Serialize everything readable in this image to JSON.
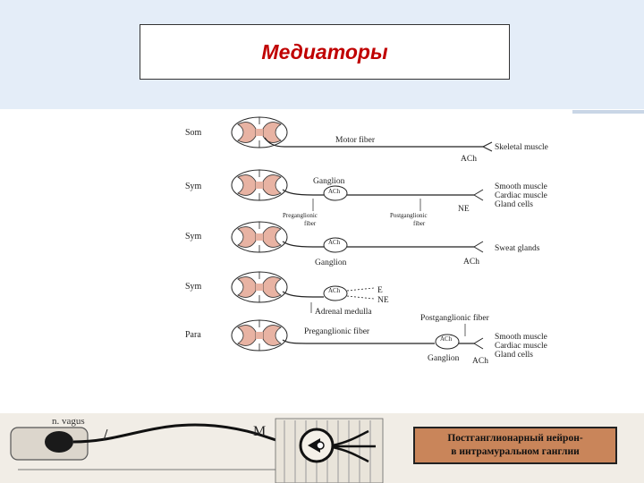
{
  "title": "Медиаторы",
  "rows": [
    {
      "label": "Som"
    },
    {
      "label": "Sym"
    },
    {
      "label": "Sym"
    },
    {
      "label": "Sym"
    },
    {
      "label": "Para"
    }
  ],
  "diagram_labels": {
    "motor_fiber": "Motor fiber",
    "skeletal_muscle": "Skeletal muscle",
    "ach": "ACh",
    "ganglion": "Ganglion",
    "ne": "NE",
    "preganglionic_fiber_l1": "Preganglionic",
    "preganglionic_fiber_l2": "fiber",
    "postganglionic_fiber_l1": "Postganglionic",
    "postganglionic_fiber_l2": "fiber",
    "smooth_muscle": "Smooth muscle",
    "cardiac_muscle": "Cardiac muscle",
    "gland_cells": "Gland cells",
    "sweat_glands": "Sweat glands",
    "e": "E",
    "adrenal_medulla": "Adrenal medulla",
    "postganglionic_fiber": "Postganglionic fiber",
    "preganglionic_fiber": "Preganglionic fiber"
  },
  "bottom": {
    "vagus_label": "n. vagus",
    "m_label": "M",
    "caption_line1": "Постганглионарный нейрон-",
    "caption_line2": "в интрамуральном ганглии"
  },
  "colors": {
    "grey_matter": "#e8b3a3",
    "caption_bg": "#c9855a",
    "title": "#c00000"
  }
}
